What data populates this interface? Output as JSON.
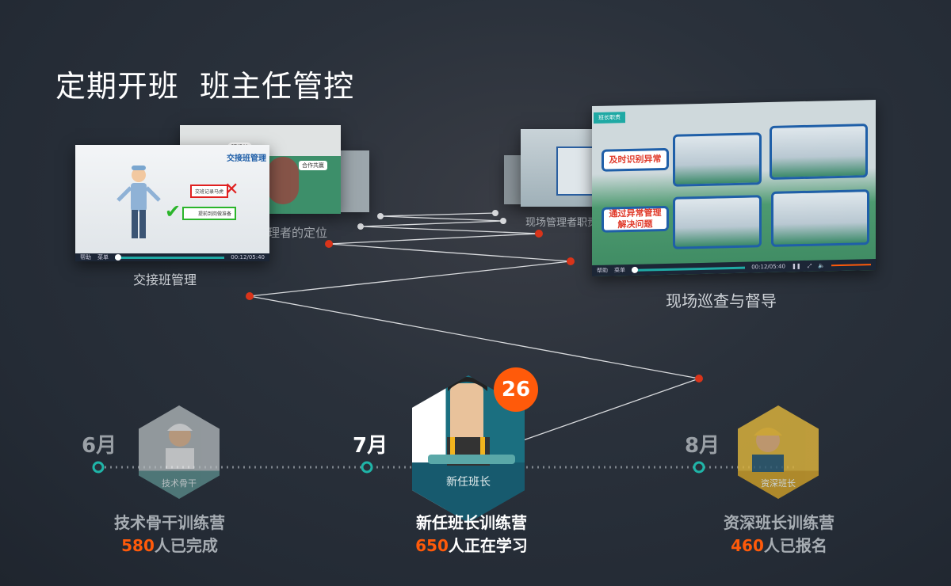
{
  "title": "定期开班  班主任管控",
  "courses": {
    "handover": {
      "label": "交接班管理",
      "video_title": "交接班管理",
      "wrong_text": "交班记录马虎",
      "right_text": "提前到岗做准备"
    },
    "positioning": {
      "label_partial": "理者的定位",
      "tag1": "班组长",
      "tag2": "合作共赢"
    },
    "duties": {
      "label_partial": "现场管理者职责"
    },
    "patrol": {
      "label": "现场巡查与督导",
      "tag": "班长职责",
      "box1": "及时识别异常",
      "box2": "通过异常管理\n解决问题",
      "help": "帮助",
      "menu": "菜单",
      "time": "00:12/05:40"
    }
  },
  "player": {
    "help": "帮助",
    "menu": "菜单",
    "time": "00:12/05:40"
  },
  "timeline": [
    {
      "month": "6月",
      "badge_label": "技术骨干",
      "name": "技术骨干训练营",
      "count": "580",
      "status": "人已完成",
      "active": false
    },
    {
      "month": "7月",
      "badge_label": "新任班长",
      "name": "新任班长训练营",
      "count": "650",
      "status": "人正在学习",
      "active": true,
      "notification": "26"
    },
    {
      "month": "8月",
      "badge_label": "资深班长",
      "name": "资深班长训练营",
      "count": "460",
      "status": "人已报名",
      "active": false
    }
  ],
  "colors": {
    "accent": "#ff5a0a",
    "node": "#d9341a",
    "timeline": "#1fb5a8"
  }
}
